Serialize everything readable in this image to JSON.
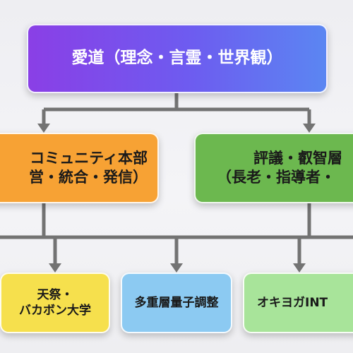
{
  "diagram": {
    "root": {
      "label": "愛道（理念・言霊・世界観）"
    },
    "branches": [
      {
        "lines": [
          "コミュニティ本部",
          "営・統合・発信）"
        ],
        "color": "#f7a234"
      },
      {
        "lines": [
          "評議・叡智層",
          "（長老・指導者・"
        ],
        "color": "#6cb84f"
      }
    ],
    "leaves": [
      {
        "lines": [
          "天祭・",
          "バカボン大学"
        ],
        "color": "#f6e04d"
      },
      {
        "lines": [
          "多重層量子調整"
        ],
        "color": "#8ccaf2"
      },
      {
        "lines": [
          "オキヨガINT"
        ],
        "color": "#a8e49a"
      }
    ],
    "connector_color": "#737373",
    "root_gradient": [
      "#8a3fe6",
      "#5b86f2"
    ]
  }
}
